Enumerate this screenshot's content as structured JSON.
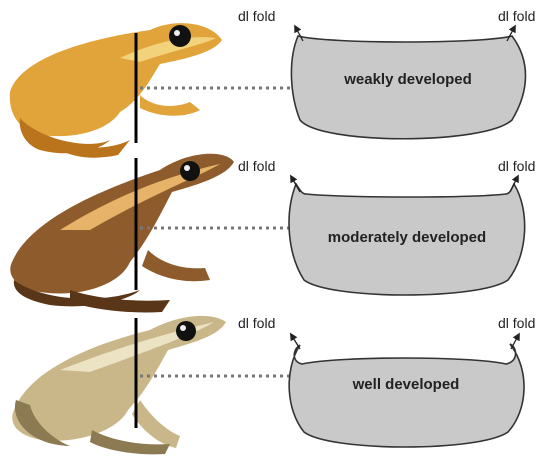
{
  "fold_label": "dl fold",
  "rows": [
    {
      "level": "weak",
      "label": "weakly developed",
      "frog": "orange-brown frog photo",
      "skin": "#e1a43a",
      "skin_dark": "#b9741c",
      "stripe": "#f2d27a"
    },
    {
      "level": "moderate",
      "label": "moderately developed",
      "frog": "dark brown frog photo",
      "skin": "#8e5b2c",
      "skin_dark": "#5a3618",
      "stripe": "#e7b368"
    },
    {
      "level": "well",
      "label": "well developed",
      "frog": "pale olive frog photo",
      "skin": "#c9b78a",
      "skin_dark": "#8c7a52",
      "stripe": "#ece2c4"
    }
  ],
  "colors": {
    "shape_fill": "#c9c9c9",
    "outline": "#333333",
    "dotted_line": "#777777",
    "bar": "#000000"
  }
}
